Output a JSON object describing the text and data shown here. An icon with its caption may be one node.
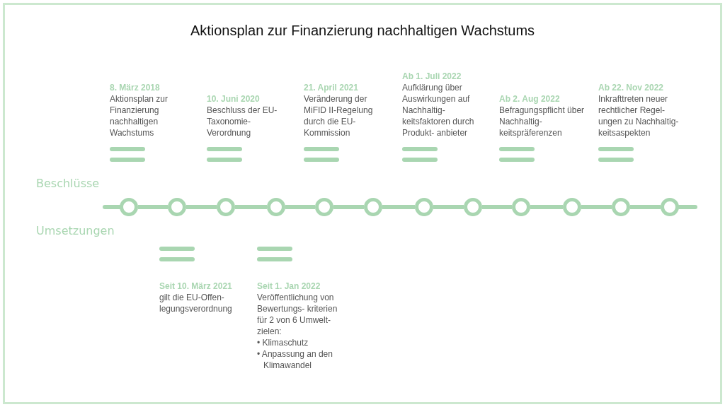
{
  "diagram": {
    "title": "Aktionsplan zur Finanzierung nachhaltigen Wachstums",
    "nodes": [
      {
        "text": [
          "8. März 2018",
          "Aktionsplan zur Finanzierung nachhaltigen Wachstums"
        ]
      },
      {
        "text": [
          "10. Juni 2020",
          "Beschluss der EU-Taxonomie- Verordnung"
        ]
      },
      {
        "text": [
          "21. April 2021",
          "Veränderung der MiFID II-Regelung durch die EU- Kommission"
        ]
      },
      {
        "text": [
          "Ab 1. Juli 2022",
          "Aufklärung über Auswirkungen auf Nachhaltig- keitsfaktoren durch Produkt- anbieter"
        ]
      },
      {
        "text": [
          "Ab 2. Aug 2022",
          "Befragungspflicht über Nachhaltig- keitspräferenzen"
        ]
      },
      {
        "text": [
          "Ab 22. Nov 2022",
          "Inkrafttreten neuer rechtlicher Regel- ungen zu Nachhaltig- keitsaspekten"
        ]
      },
      {
        "text": [],
        "shape": "circle"
      },
      {
        "text": [],
        "shape": "circle"
      },
      {
        "text": [],
        "shape": "circle"
      },
      {
        "text": [],
        "shape": "circle"
      },
      {
        "text": [],
        "shape": "circle"
      },
      {
        "text": [],
        "shape": "circle"
      },
      {
        "text": [],
        "shape": "circle"
      },
      {
        "text": [],
        "shape": "circle"
      },
      {
        "text": [],
        "shape": "circle"
      },
      {
        "text": [],
        "shape": "circle"
      },
      {
        "text": [],
        "shape": "circle"
      },
      {
        "text": [],
        "shape": "circle"
      },
      {
        "text": [
          "Seit 10. März 2021",
          "gilt die EU-Offen- legungsverordnung"
        ]
      },
      {
        "text": [
          "Seit 1. Jan 2022",
          "Veröffentlichung von Bewertungs- kriterien für 2 von 6 Umwelt- zielen:",
          "• Klimaschutz",
          "• Anpassung an den Klimawandel"
        ]
      }
    ],
    "edges": [
      {
        "from": null,
        "to": 6,
        "arrow": "none"
      },
      {
        "from": 6,
        "to": 7,
        "arrow": "none"
      },
      {
        "from": 7,
        "to": 8,
        "arrow": "none"
      },
      {
        "from": 8,
        "to": 9,
        "arrow": "none"
      },
      {
        "from": 9,
        "to": 10,
        "arrow": "none"
      },
      {
        "from": 10,
        "to": 11,
        "arrow": "none"
      },
      {
        "from": 11,
        "to": 12,
        "arrow": "none"
      },
      {
        "from": 12,
        "to": 13,
        "arrow": "none"
      },
      {
        "from": 13,
        "to": 14,
        "arrow": "none"
      },
      {
        "from": 14,
        "to": 15,
        "arrow": "none"
      },
      {
        "from": 15,
        "to": 16,
        "arrow": "none"
      },
      {
        "from": 16,
        "to": 17,
        "arrow": "none"
      },
      {
        "from": 17,
        "to": null,
        "arrow": "none"
      }
    ],
    "labels": [
      "Beschlüsse",
      "Umsetzungen"
    ]
  }
}
